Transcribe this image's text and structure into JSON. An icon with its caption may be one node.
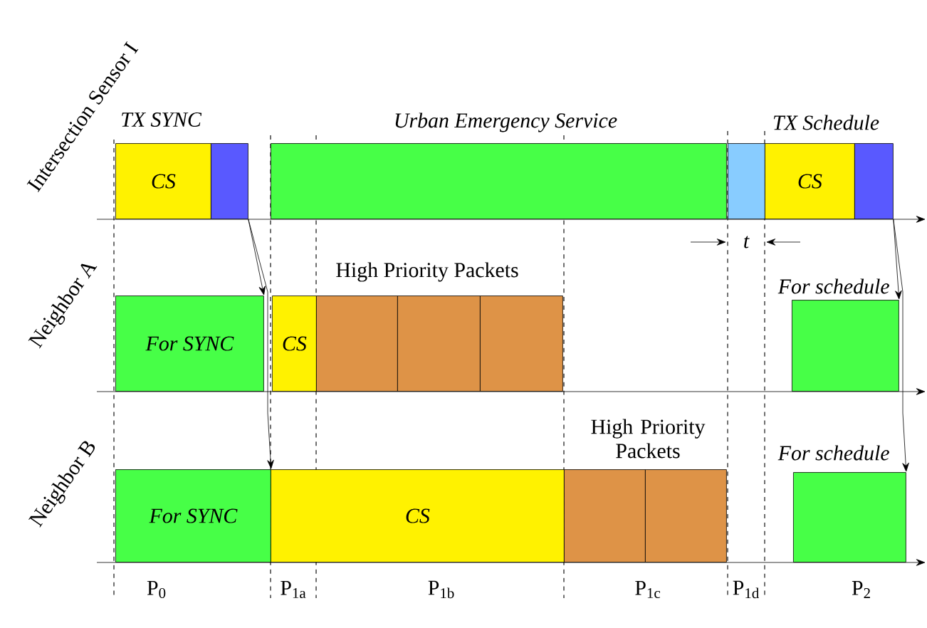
{
  "diagram": {
    "nodes": [
      {
        "text": [
          "CS"
        ]
      },
      {
        "text": [],
        "shape": "box"
      },
      {
        "text": [],
        "shape": "box"
      },
      {
        "text": [],
        "shape": "box"
      },
      {
        "text": [
          "CS"
        ]
      },
      {
        "text": [],
        "shape": "box"
      },
      {
        "text": [
          "For SYNC"
        ]
      },
      {
        "text": [
          "CS"
        ]
      },
      {
        "text": [],
        "shape": "box"
      },
      {
        "text": [],
        "shape": "box"
      },
      {
        "text": [],
        "shape": "box"
      },
      {
        "text": [],
        "shape": "box",
        "beside": [
          "For schedule"
        ]
      },
      {
        "text": [
          "For SYNC"
        ]
      },
      {
        "text": [
          "CS"
        ]
      },
      {
        "text": [],
        "shape": "box"
      },
      {
        "text": [],
        "shape": "box"
      },
      {
        "text": [],
        "shape": "box",
        "beside": [
          "For schedule"
        ]
      }
    ],
    "edges": [
      {
        "from": 1,
        "to": 6,
        "arrow": "to"
      },
      {
        "from": 1,
        "to": 12,
        "arrow": "to"
      },
      {
        "from": 5,
        "to": 11,
        "arrow": "to"
      },
      {
        "from": 5,
        "to": 16,
        "arrow": "to"
      }
    ],
    "labels": [
      "Intersection Sensor I",
      "TX SYNC",
      "Urban Emergency Service",
      "TX Schedule",
      "t",
      "Neighbor A",
      "High Priority Packets",
      "Neighbor B",
      "High Priority Packets",
      "P$_{0}$",
      "P$_{1a}$",
      "P$_{1b}$",
      "P$_{1c}$",
      "P$_{1d}$",
      "P$_{2}$"
    ]
  }
}
